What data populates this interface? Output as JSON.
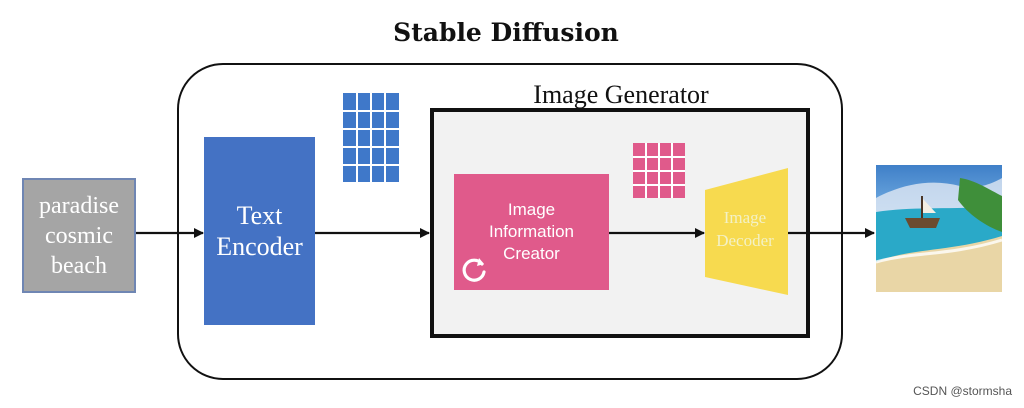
{
  "title": "Stable Diffusion",
  "prompt": {
    "lines": [
      "paradise",
      "cosmic",
      "beach"
    ]
  },
  "text_encoder": {
    "lines": [
      "Text",
      "Encoder"
    ]
  },
  "image_generator": {
    "label": "Image Generator",
    "info_creator": {
      "lines": [
        "Image",
        "Information",
        "Creator"
      ]
    },
    "decoder": {
      "lines": [
        "Image",
        "Decoder"
      ]
    }
  },
  "watermark": "CSDN @stormsha",
  "colors": {
    "text_encoder": "#4472c4",
    "info_creator": "#e05a8b",
    "decoder": "#f7da4f",
    "prompt_box": "#a5a5a5",
    "generator_bg": "#f2f2f2"
  }
}
